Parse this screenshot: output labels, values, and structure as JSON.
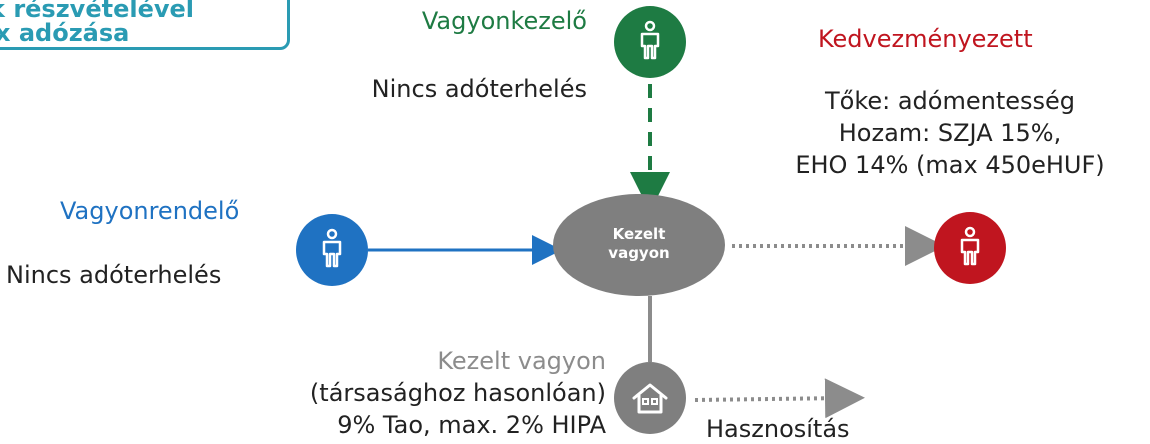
{
  "title": {
    "line1": "k részvételével",
    "line2": "x adózása"
  },
  "manager": {
    "title": "Vagyonkezelő",
    "tax": "Nincs adóterhelés"
  },
  "beneficiary": {
    "title": "Kedvezményezett",
    "line1": "Tőke: adómentesség",
    "line2": "Hozam: SZJA 15%,",
    "line3": "EHO 14% (max 450eHUF)"
  },
  "settlor": {
    "title": "Vagyonrendelő",
    "tax": "Nincs adóterhelés"
  },
  "managed_assets": {
    "line1": "Kezelt",
    "line2": "vagyon",
    "title": "Kezelt vagyon",
    "desc1": "(társasághoz hasonlóan)",
    "desc2": "9% Tao, max. 2% HIPA"
  },
  "utilization": {
    "label": "Hasznosítás"
  },
  "colors": {
    "accent": "#2a9bb3",
    "manager": "#1e7b43",
    "beneficiary": "#c0151f",
    "settlor": "#1f72c2",
    "asset": "#7f7f7f"
  },
  "icons": {
    "person": "person-icon",
    "house": "house-icon"
  }
}
